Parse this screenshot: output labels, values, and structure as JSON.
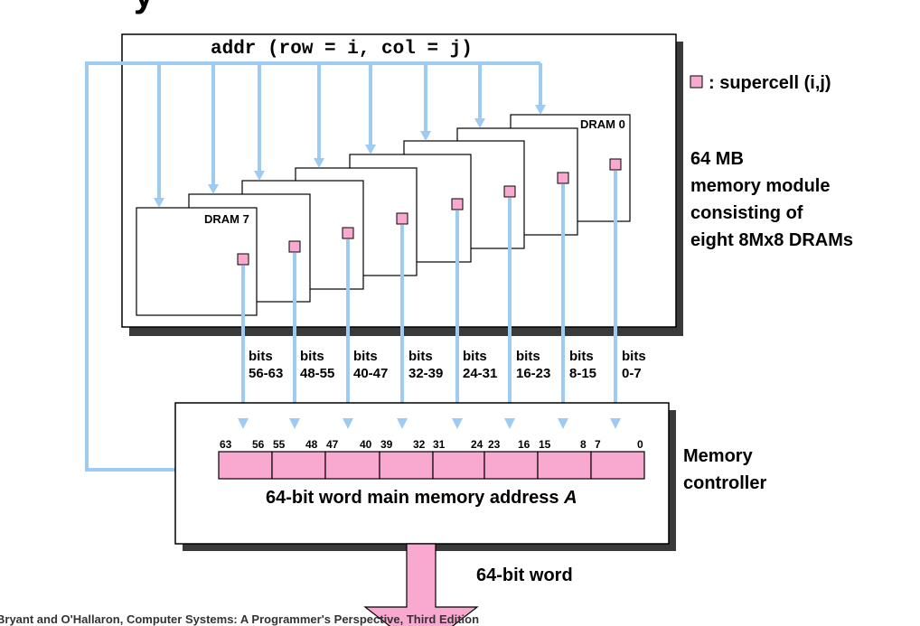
{
  "header": {
    "title_fragment": "y"
  },
  "module": {
    "addr_label": "addr (row = i, col = j)",
    "dram_top_label": "DRAM 0",
    "dram_bottom_label": "DRAM 7",
    "description_lines": [
      "64 MB",
      "memory module",
      "consisting of",
      "eight 8Mx8 DRAMs"
    ]
  },
  "legend": {
    "label": ": supercell (i,j)",
    "swatch_color": "#F9A8CF"
  },
  "bit_groups": [
    {
      "l1": "bits",
      "l2": "56-63"
    },
    {
      "l1": "bits",
      "l2": "48-55"
    },
    {
      "l1": "bits",
      "l2": "40-47"
    },
    {
      "l1": "bits",
      "l2": "32-39"
    },
    {
      "l1": "bits",
      "l2": "24-31"
    },
    {
      "l1": "bits",
      "l2": "16-23"
    },
    {
      "l1": "bits",
      "l2": "8-15"
    },
    {
      "l1": "bits",
      "l2": "0-7"
    }
  ],
  "controller": {
    "label_lines": [
      "Memory",
      "controller"
    ],
    "word_label": "64-bit word main memory address",
    "word_label_var": "A",
    "bit_numbers": [
      "63",
      "56",
      "55",
      "48",
      "47",
      "40",
      "39",
      "32",
      "31",
      "24",
      "23",
      "16",
      "15",
      "8",
      "7",
      "0"
    ]
  },
  "output": {
    "label": "64-bit word"
  },
  "caption": {
    "text": "Bryant and O'Hallaron, Computer Systems: A Programmer's Perspective, Third Edition"
  },
  "colors": {
    "arrow": "#9DCBF2",
    "pink": "#F9A8CF",
    "shadow": "#3a3a3a"
  }
}
